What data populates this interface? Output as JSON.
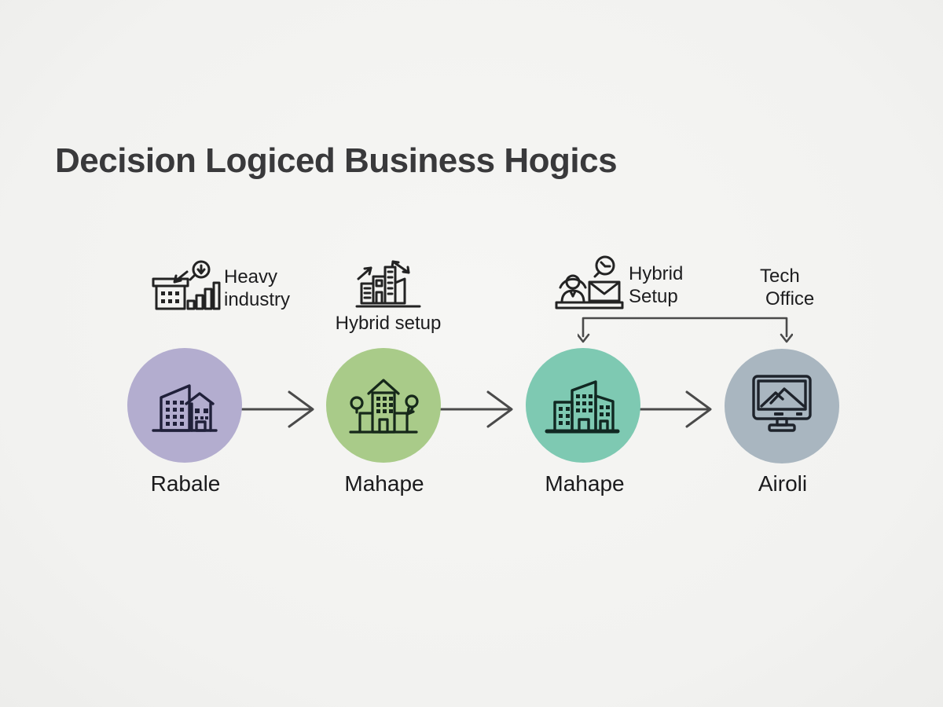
{
  "title": "Decision Logiced Business Hogics",
  "background": "#f3f3f1",
  "annotations": {
    "heavy_industry": {
      "line1": "Heavy",
      "line2": "industry",
      "icon": "factory-analysis-icon"
    },
    "hybrid_setup_mid": {
      "label": "Hybrid setup",
      "icon": "buildings-growth-icon"
    },
    "hybrid_setup_right": {
      "line1": "Hybrid",
      "line2": "Setup",
      "icon": "remote-worker-icon"
    },
    "tech_office": {
      "line1": "Tech",
      "line2": "Office"
    }
  },
  "nodes": [
    {
      "label": "Rabale",
      "color": "#b3adcf",
      "icon": "office-buildings-icon"
    },
    {
      "label": "Mahape",
      "color": "#a9cb89",
      "icon": "campus-building-icon"
    },
    {
      "label": "Mahape",
      "color": "#7ec9b2",
      "icon": "city-skyline-icon"
    },
    {
      "label": "Airoli",
      "color": "#a9b6c0",
      "icon": "desktop-monitor-icon"
    }
  ],
  "connectors": {
    "branch_from": "Hybrid Setup",
    "branch_targets": [
      "Mahape",
      "Airoli"
    ]
  },
  "colors": {
    "title": "#39393b",
    "text": "#1d1d1f",
    "arrow": "#4a4a4a",
    "icon_stroke": "#232323"
  }
}
